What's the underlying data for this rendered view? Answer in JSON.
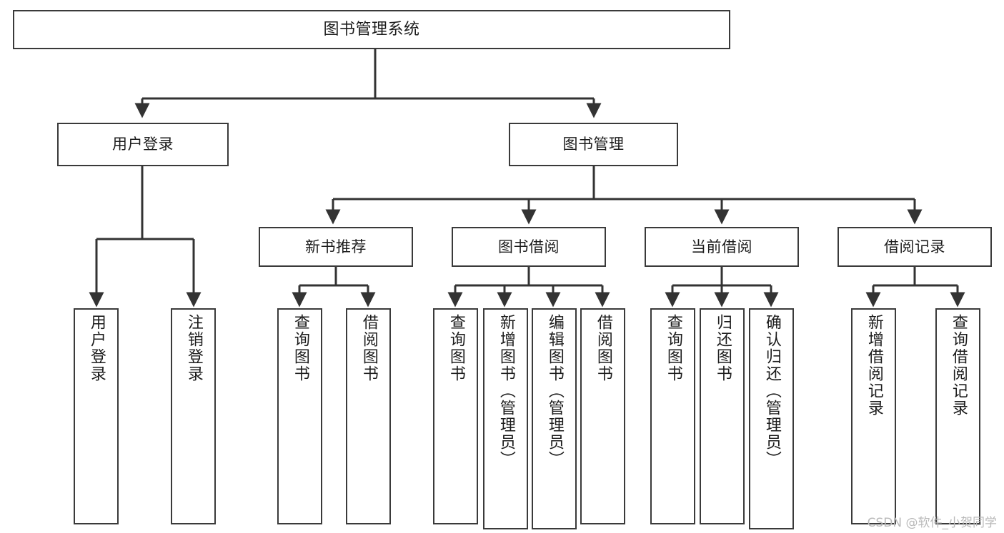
{
  "diagram": {
    "title": "图书管理系统",
    "type": "hierarchy-tree",
    "orientation": "top-down",
    "colors": {
      "background": "#ffffff",
      "node_border": "#3a3a3a",
      "node_fill": "#ffffff",
      "edge": "#333333",
      "text": "#1c1c1c",
      "watermark": "#b9b9b9"
    }
  },
  "nodes": {
    "root": {
      "id": "root",
      "label": "图书管理系统",
      "level": 0
    },
    "level1": [
      {
        "id": "user-login",
        "label": "用户登录",
        "level": 1
      },
      {
        "id": "book-manage",
        "label": "图书管理",
        "level": 1
      }
    ],
    "level2": [
      {
        "id": "new-book-rec",
        "label": "新书推荐",
        "level": 2,
        "parent": "book-manage"
      },
      {
        "id": "book-borrow",
        "label": "图书借阅",
        "level": 2,
        "parent": "book-manage"
      },
      {
        "id": "current-borrow",
        "label": "当前借阅",
        "level": 2,
        "parent": "book-manage"
      },
      {
        "id": "borrow-record",
        "label": "借阅记录",
        "level": 2,
        "parent": "book-manage"
      }
    ],
    "leaves": [
      {
        "id": "leaf-user-login",
        "label": "用户登录",
        "parent": "user-login"
      },
      {
        "id": "leaf-user-logout",
        "label": "注销登录",
        "parent": "user-login"
      },
      {
        "id": "leaf-query-book-1",
        "label": "查询图书",
        "parent": "new-book-rec"
      },
      {
        "id": "leaf-borrow-book-1",
        "label": "借阅图书",
        "parent": "new-book-rec"
      },
      {
        "id": "leaf-query-book-2",
        "label": "查询图书",
        "parent": "book-borrow"
      },
      {
        "id": "leaf-add-book",
        "label": "新增图书（管理员）",
        "parent": "book-borrow"
      },
      {
        "id": "leaf-edit-book",
        "label": "编辑图书（管理员）",
        "parent": "book-borrow"
      },
      {
        "id": "leaf-borrow-book-2",
        "label": "借阅图书",
        "parent": "book-borrow"
      },
      {
        "id": "leaf-query-book-3",
        "label": "查询图书",
        "parent": "current-borrow"
      },
      {
        "id": "leaf-return-book",
        "label": "归还图书",
        "parent": "current-borrow"
      },
      {
        "id": "leaf-confirm-return",
        "label": "确认归还（管理员）",
        "parent": "current-borrow"
      },
      {
        "id": "leaf-add-record",
        "label": "新增借阅记录",
        "parent": "borrow-record"
      },
      {
        "id": "leaf-query-record",
        "label": "查询借阅记录",
        "parent": "borrow-record"
      }
    ]
  },
  "watermark": {
    "text": "CSDN @软件_小贺同学"
  }
}
